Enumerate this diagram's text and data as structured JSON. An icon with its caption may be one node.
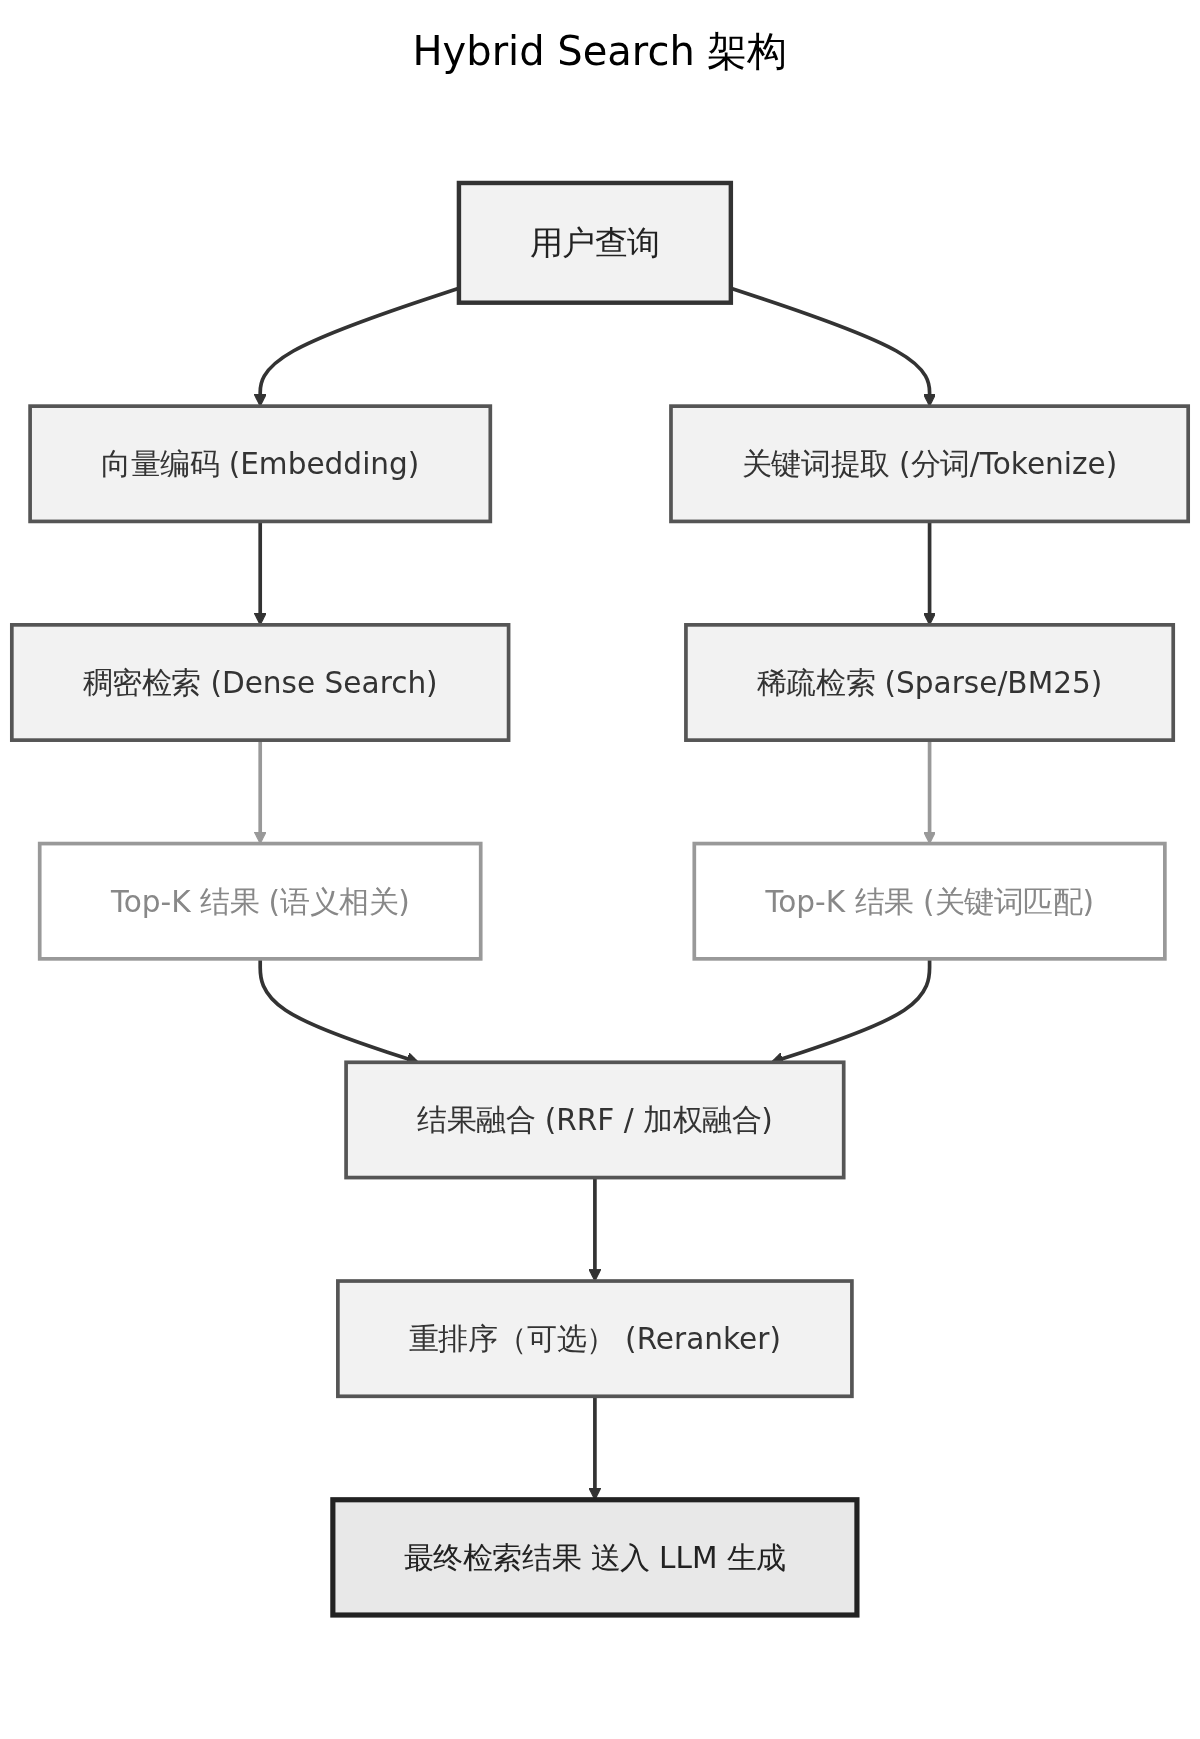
{
  "diagram": {
    "title": "Hybrid Search 架构",
    "nodes": [
      {
        "text": [
          "用户查询"
        ]
      },
      {
        "text": [
          "向量编码 (Embedding)"
        ]
      },
      {
        "text": [
          "稠密检索 (Dense Search)"
        ]
      },
      {
        "text": [
          "Top-K 结果 (语义相关)"
        ]
      },
      {
        "text": [
          "关键词提取 (分词/Tokenize)"
        ]
      },
      {
        "text": [
          "稀疏检索 (Sparse/BM25)"
        ]
      },
      {
        "text": [
          "Top-K 结果 (关键词匹配)"
        ]
      },
      {
        "text": [
          "结果融合 (RRF / 加权融合)"
        ]
      },
      {
        "text": [
          "重排序（可选） (Reranker)"
        ]
      },
      {
        "text": [
          "最终检索结果 送入 LLM 生成"
        ]
      }
    ],
    "edges": [
      {
        "from": 0,
        "to": 1,
        "arrow": "to"
      },
      {
        "from": 0,
        "to": 4,
        "arrow": "to"
      },
      {
        "from": 1,
        "to": 2,
        "arrow": "to"
      },
      {
        "from": 2,
        "to": 3,
        "arrow": "to",
        "color": "#999999"
      },
      {
        "from": 4,
        "to": 5,
        "arrow": "to"
      },
      {
        "from": 5,
        "to": 6,
        "arrow": "to",
        "color": "#999999"
      },
      {
        "from": 3,
        "to": 7,
        "arrow": "to"
      },
      {
        "from": 6,
        "to": 7,
        "arrow": "to"
      },
      {
        "from": 7,
        "to": 8,
        "arrow": "to"
      },
      {
        "from": 8,
        "to": 9,
        "arrow": "to"
      }
    ]
  }
}
